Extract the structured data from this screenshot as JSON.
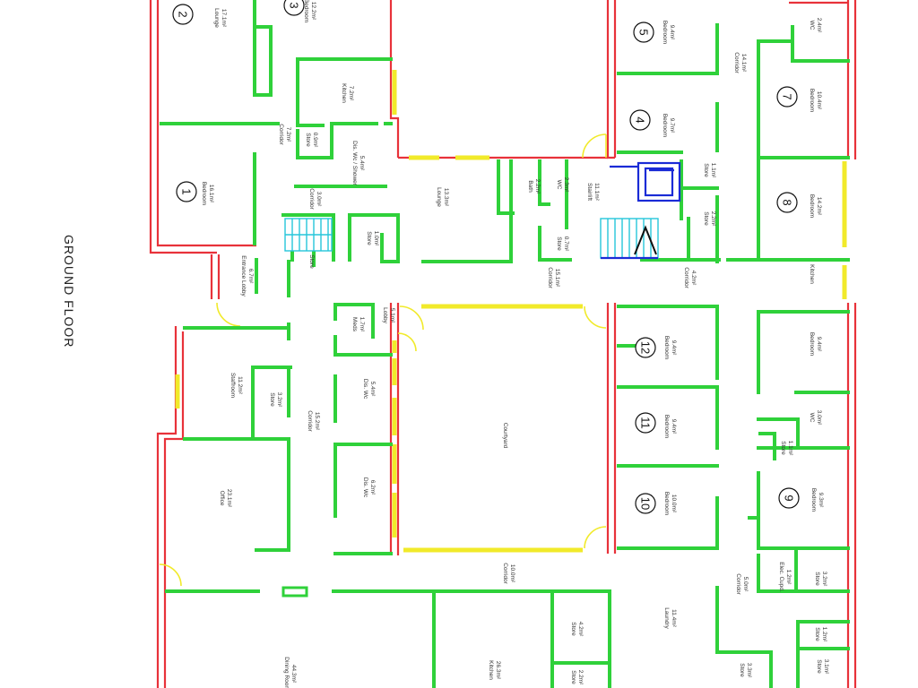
{
  "floor_title": "GROUND FLOOR",
  "colors": {
    "external_wall": "#e8323a",
    "internal_wall": "#2fd13a",
    "window": "#f1ea2a",
    "stair_left": "#26c6da",
    "stair_lift": "#1a2bd6"
  },
  "rooms": [
    {
      "name": "Lounge",
      "area": "17.1m²",
      "number": "2"
    },
    {
      "name": "Bedroom",
      "area": "12.2m²",
      "number": "3"
    },
    {
      "name": "Bedroom",
      "area": "16.1m²",
      "number": "1"
    },
    {
      "name": "Corridor",
      "area": "7.2m²"
    },
    {
      "name": "Kitchen",
      "area": "7.2m²"
    },
    {
      "name": "Store",
      "area": "0.9m²"
    },
    {
      "name": "Dis. Wc / Shower",
      "area": "5.4m²"
    },
    {
      "name": "Corridor",
      "area": "3.0m²"
    },
    {
      "name": "Store",
      "area": "1.0m²"
    },
    {
      "name": "Store",
      "area": ""
    },
    {
      "name": "Entrance Lobby",
      "area": "6.7m²"
    },
    {
      "name": "Lounge",
      "area": "13.3m²"
    },
    {
      "name": "Bath",
      "area": "2.2m²"
    },
    {
      "name": "WC",
      "area": "2.3m²"
    },
    {
      "name": "Store",
      "area": "0.7m²"
    },
    {
      "name": "Corridor",
      "area": "15.1m²"
    },
    {
      "name": "Stairlift",
      "area": "11.1m²"
    },
    {
      "name": "Bedroom",
      "area": "9.4m²",
      "number": "5"
    },
    {
      "name": "Bedroom",
      "area": "9.7m²",
      "number": "4"
    },
    {
      "name": "Corridor",
      "area": "14.1m²"
    },
    {
      "name": "WC",
      "area": "2.4m²"
    },
    {
      "name": "Bedroom",
      "area": "10.4m²",
      "number": "7"
    },
    {
      "name": "Store",
      "area": "1.1m²"
    },
    {
      "name": "Store",
      "area": "2.2m²"
    },
    {
      "name": "Bedroom",
      "area": "14.2m²",
      "number": "8"
    },
    {
      "name": "Corridor",
      "area": "4.2m²"
    },
    {
      "name": "Kitchen",
      "area": ""
    },
    {
      "name": "Lobby",
      "area": "5.1m²"
    },
    {
      "name": "Meds",
      "area": "1.7m²"
    },
    {
      "name": "Staffroom",
      "area": "11.2m²"
    },
    {
      "name": "Store",
      "area": "3.2m²"
    },
    {
      "name": "Corridor",
      "area": "15.2m²"
    },
    {
      "name": "Dis. Wc",
      "area": "5.4m²"
    },
    {
      "name": "Dis. Wc",
      "area": "6.2m²"
    },
    {
      "name": "Office",
      "area": "23.1m²"
    },
    {
      "name": "Courtyard",
      "area": ""
    },
    {
      "name": "Bedroom",
      "area": "9.4m²",
      "number": "12"
    },
    {
      "name": "Bedroom",
      "area": "9.4m²",
      "number": "11"
    },
    {
      "name": "Bedroom",
      "area": "10.0m²",
      "number": "10"
    },
    {
      "name": "Bedroom",
      "area": "9.4m²"
    },
    {
      "name": "WC",
      "area": "3.0m²"
    },
    {
      "name": "Store",
      "area": "1.1m²"
    },
    {
      "name": "Bedroom",
      "area": "9.3m²",
      "number": "9"
    },
    {
      "name": "Elec. Cupd.",
      "area": "1.2m²"
    },
    {
      "name": "Store",
      "area": "3.2m²"
    },
    {
      "name": "Corridor",
      "area": "10.0m²"
    },
    {
      "name": "Corridor",
      "area": "5.0m²"
    },
    {
      "name": "Store",
      "area": "4.2m²"
    },
    {
      "name": "Laundry",
      "area": "11.4m²"
    },
    {
      "name": "Store",
      "area": "1.2m²"
    },
    {
      "name": "Store",
      "area": "3.1m²"
    },
    {
      "name": "Store",
      "area": "3.3m²"
    },
    {
      "name": "Kitchen",
      "area": "26.3m²"
    },
    {
      "name": "Store",
      "area": "2.2m²"
    },
    {
      "name": "Dining Room",
      "area": "44.3m²"
    }
  ]
}
